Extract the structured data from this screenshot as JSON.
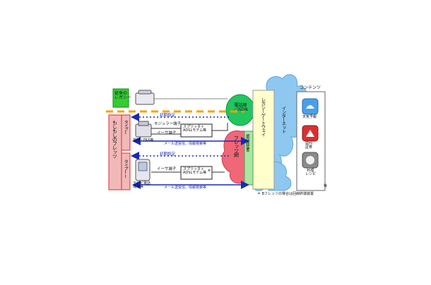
{
  "legacy_line_label": "従来の\nレガシー",
  "service_label": "もしもしのフレッツ",
  "type1_label": "タイプI",
  "type2_label": "タイプII",
  "initial_setup_1": "初期設定",
  "initial_setup_2": "初期設定",
  "modular_jack": "モジュラー端子",
  "ethernet_jack_1": "イーサ端子",
  "ethernet_jack_2": "イーサ端子",
  "splitter_modem_1": "スプリッタ＋\nADSLモデム等",
  "splitter_modem_2": "スプリッタ＋\nADSLモデム等",
  "splitter_asterisk": "＊",
  "phone_fax": "電話・FAX等",
  "tv_phone": "テレビ電話\n端末等",
  "mail_1": "メール送受信、情報検索等",
  "mail_2": "メール送受信、情報検索等",
  "pstn_label": "電話網\n／ISDN",
  "flets_network_label": "フレッツ網",
  "relay_label": "網内接続装置",
  "gateway_label": "レガシーゲートウェイ",
  "internet_label": "インターネット",
  "contents_title": "コンテンツ",
  "contents_items": [
    "天気予報",
    "週刊\n証券",
    "料理\nレシピ"
  ],
  "contents_etc": "等",
  "footnote": "＊ Bフレッツの場合は回線終端装置",
  "colors": {
    "legacy_green": "#33cc33",
    "service_pink": "#f2b8b8",
    "service_border": "#cc3333",
    "pstn_green": "#22c55e",
    "flets_red": "#f06878",
    "gateway_yellow": "#ffffcc",
    "cloud_blue": "#8ec8f0",
    "orange_dash": "#f5a300",
    "arrow_blue": "#1a2ab8"
  }
}
